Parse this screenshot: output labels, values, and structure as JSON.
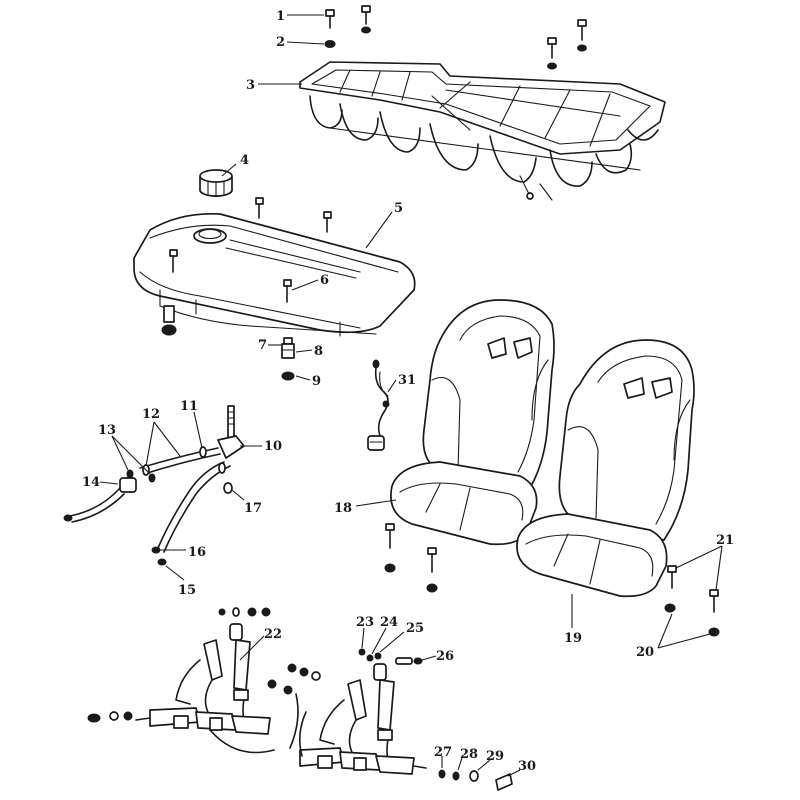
{
  "diagram": {
    "callouts": [
      {
        "id": "1",
        "text": "1"
      },
      {
        "id": "2",
        "text": "2"
      },
      {
        "id": "3",
        "text": "3"
      },
      {
        "id": "4",
        "text": "4"
      },
      {
        "id": "5",
        "text": "5"
      },
      {
        "id": "6",
        "text": "6"
      },
      {
        "id": "7",
        "text": "7"
      },
      {
        "id": "8",
        "text": "8"
      },
      {
        "id": "9",
        "text": "9"
      },
      {
        "id": "10",
        "text": "10"
      },
      {
        "id": "11",
        "text": "11"
      },
      {
        "id": "12",
        "text": "12"
      },
      {
        "id": "13",
        "text": "13"
      },
      {
        "id": "14",
        "text": "14"
      },
      {
        "id": "15",
        "text": "15"
      },
      {
        "id": "16",
        "text": "16"
      },
      {
        "id": "17",
        "text": "17"
      },
      {
        "id": "18",
        "text": "18"
      },
      {
        "id": "19",
        "text": "19"
      },
      {
        "id": "20",
        "text": "20"
      },
      {
        "id": "21",
        "text": "21"
      },
      {
        "id": "22",
        "text": "22"
      },
      {
        "id": "23",
        "text": "23"
      },
      {
        "id": "24",
        "text": "24"
      },
      {
        "id": "25",
        "text": "25"
      },
      {
        "id": "26",
        "text": "26"
      },
      {
        "id": "27",
        "text": "27"
      },
      {
        "id": "28",
        "text": "28"
      },
      {
        "id": "29",
        "text": "29"
      },
      {
        "id": "30",
        "text": "30"
      },
      {
        "id": "31",
        "text": "31"
      }
    ]
  }
}
